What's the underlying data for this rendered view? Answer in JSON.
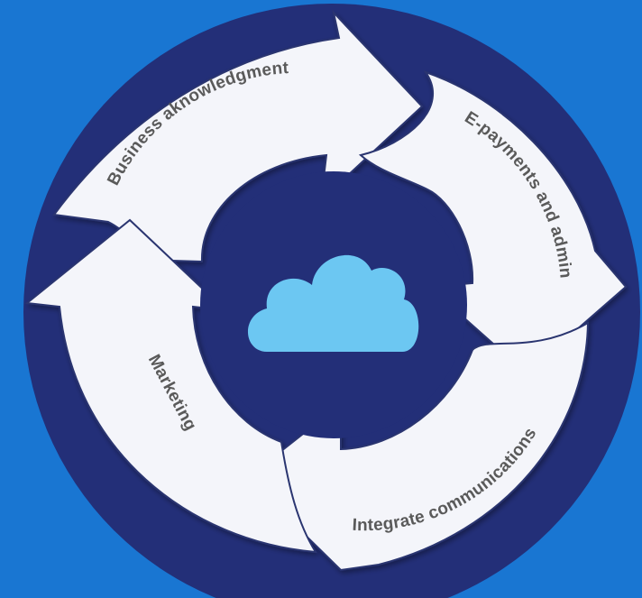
{
  "diagram": {
    "segments": [
      {
        "id": "business",
        "label": "Business aknowledgment"
      },
      {
        "id": "epayments",
        "label": "E-payments and admin"
      },
      {
        "id": "communications",
        "label": "Integrate communications"
      },
      {
        "id": "marketing",
        "label": "Marketing"
      }
    ],
    "center_icon": "cloud-icon",
    "colors": {
      "background": "#1976d2",
      "outer_ring": "#232f78",
      "arrow_fill": "#f4f5fa",
      "arrow_stroke": "#2a3470",
      "center_disc": "#232f78",
      "cloud": "#6cc7f2",
      "label_text": "#5a5a5a"
    }
  }
}
